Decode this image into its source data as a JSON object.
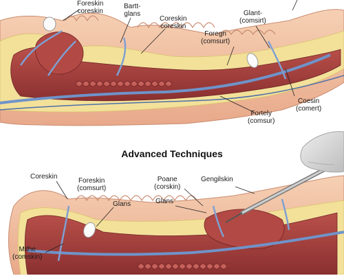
{
  "section_title": "Advanced Techniques",
  "top_labels": {
    "foreskin_coreskin": [
      "Foreskin",
      "coreskin"
    ],
    "bart_glans": [
      "Bartt-",
      "glans"
    ],
    "coreskin_coreskin": [
      "Coreskin",
      "coreskin"
    ],
    "glant_comsirt": [
      "Glant-",
      "(comsirt)"
    ],
    "foregn_comsurt": [
      "Foregn",
      "(comsurt)"
    ],
    "coesin_comert": [
      "Coesin",
      "(comert)"
    ],
    "fortely_comsur": [
      "Fortely",
      "(comsur)"
    ]
  },
  "bottom_labels": {
    "coreskin": [
      "Coreskin"
    ],
    "foreskin_comsurt": [
      "Foreskin",
      "(comsurt)"
    ],
    "glans_left": [
      "Glans"
    ],
    "poane_corskin": [
      "Poane",
      "(corskin)"
    ],
    "gengilskin": [
      "Gengilskin"
    ],
    "glans_right": [
      "Glans"
    ],
    "mithe_comskin": [
      "Mithe",
      "(comskin)"
    ]
  },
  "colors": {
    "skin": "#f1c4a6",
    "skin_fold": "#e7a88b",
    "fat": "#f3e19a",
    "tissue": "#a8403c",
    "tissue_dark": "#7f2b2c",
    "vessel": "#6f93c9",
    "glove": "#d9d9d9"
  },
  "icons": [
    "scalpel-icon",
    "gloved-hand-icon"
  ]
}
